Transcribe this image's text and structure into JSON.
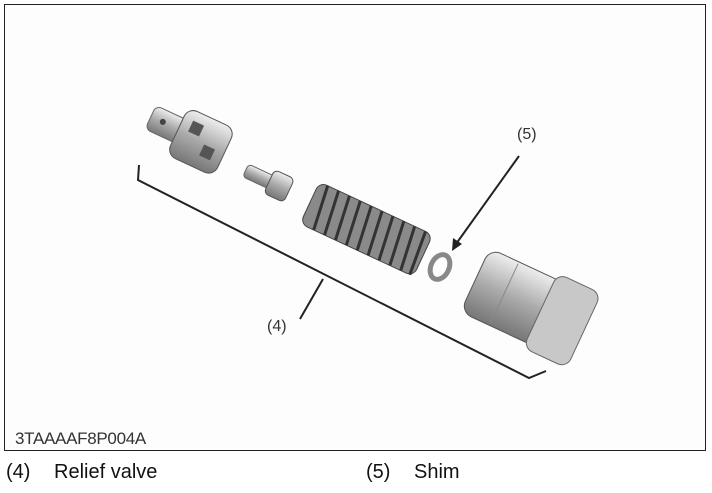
{
  "figure": {
    "id_code": "3TAAAAF8P004A",
    "callouts": [
      {
        "number": "(4)"
      },
      {
        "number": "(5)"
      }
    ]
  },
  "legend": [
    {
      "number": "(4)",
      "label": "Relief valve"
    },
    {
      "number": "(5)",
      "label": "Shim"
    }
  ]
}
